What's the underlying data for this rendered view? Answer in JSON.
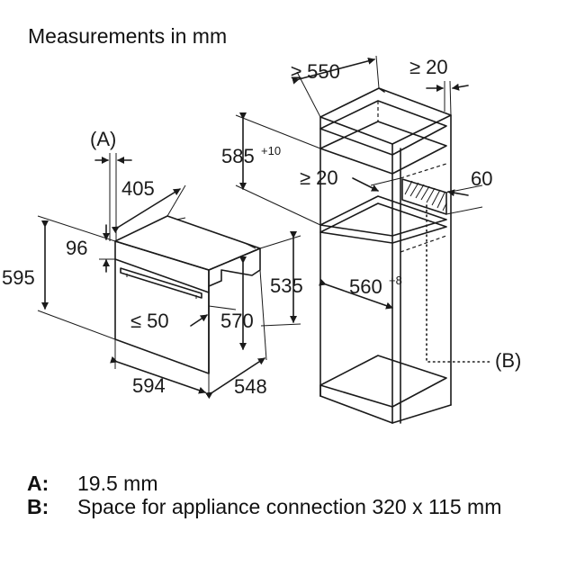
{
  "title": "Measurements in mm",
  "dims": {
    "a_marker": "(A)",
    "b_marker": "(B)",
    "oven_width": "594",
    "oven_depth": "548",
    "oven_height": "595",
    "front_panel_depth": "405",
    "panel_height": "96",
    "body_height_side": "535",
    "body_height_front": "570",
    "handle_clearance": "≤ 50",
    "cab_depth": "≥ 550",
    "cab_wall": "≥ 20",
    "niche_height": "585",
    "niche_height_tol": "+10",
    "shelf_gap": "≥ 20",
    "vent": "60",
    "niche_width": "560",
    "niche_width_tol": "+8"
  },
  "notes": [
    {
      "key": "A:",
      "value": "19.5 mm"
    },
    {
      "key": "B:",
      "value": "Space for appliance connection 320 x 115 mm"
    }
  ]
}
